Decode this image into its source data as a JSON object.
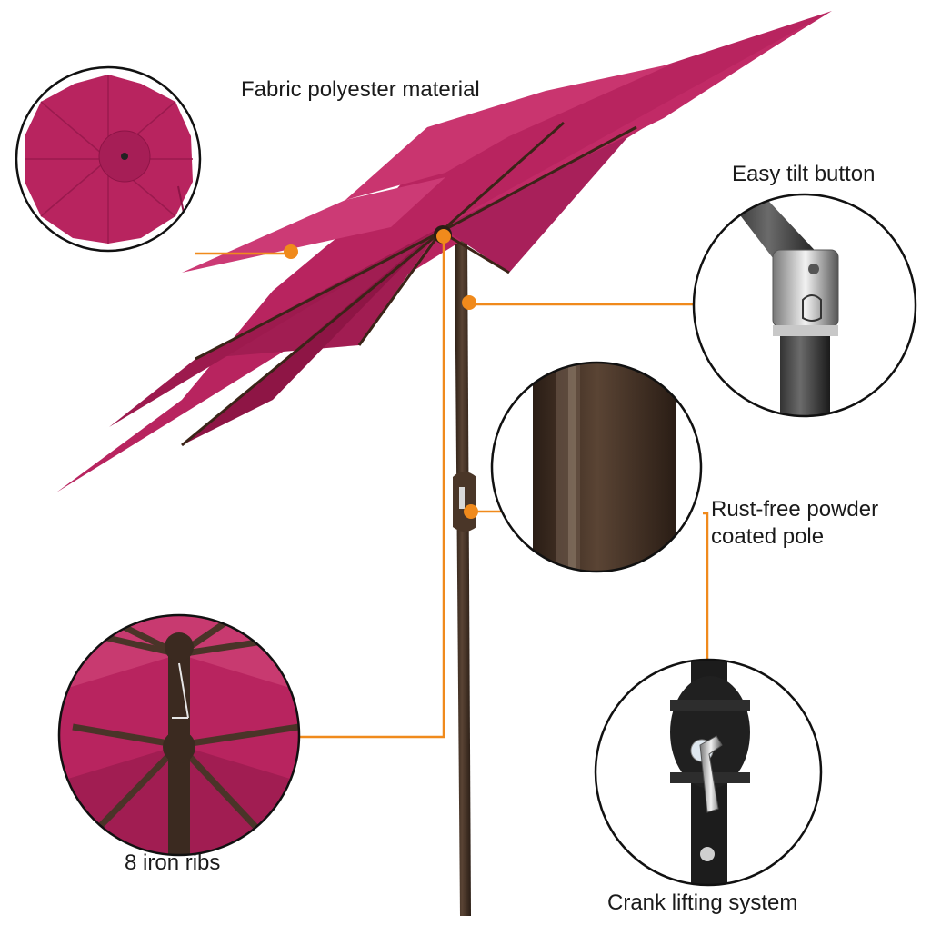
{
  "features": {
    "fabric": {
      "label": "Fabric polyester material"
    },
    "tilt": {
      "label": "Easy tilt button"
    },
    "pole": {
      "line1": "Rust-free powder",
      "line2": "coated pole"
    },
    "ribs": {
      "label": "8 iron ribs"
    },
    "crank": {
      "label": "Crank lifting system"
    }
  },
  "colors": {
    "canopy": "#b8245f",
    "canopy_light": "#cc3a75",
    "canopy_dark": "#8e1545",
    "pole": "#3b2a20",
    "callout": "#f08a1c",
    "black_part": "#1c1c1c",
    "outline": "#111111"
  },
  "icons": {
    "fabric_detail": "canopy-top-view-icon",
    "tilt_detail": "tilt-hinge-icon",
    "pole_detail": "pole-texture-icon",
    "ribs_detail": "rib-hub-icon",
    "crank_detail": "crank-handle-icon"
  }
}
